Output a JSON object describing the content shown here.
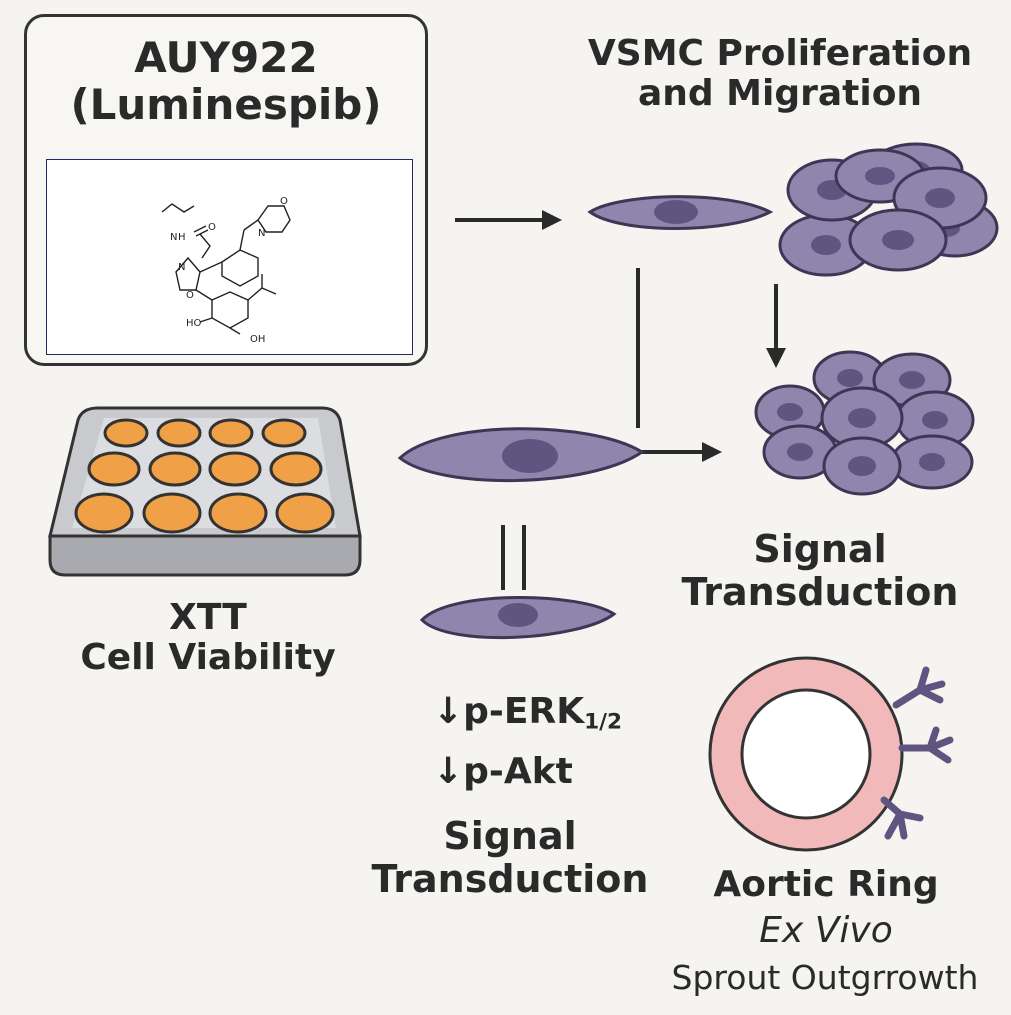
{
  "drug": {
    "name": "AUY922",
    "alias": "(Luminespib)",
    "structure_atoms": {
      "nh": "N",
      "h": "H",
      "o1": "O",
      "n_ring": "N",
      "o_ring": "O",
      "n_morph": "N",
      "o_morph": "O",
      "ho": "HO",
      "oh": "OH"
    }
  },
  "labels": {
    "vsmc_line1": "VSMC Proliferation",
    "vsmc_line2": "and Migration",
    "xtt_line1": "XTT",
    "xtt_line2": "Cell Viability",
    "signal_right_line1": "Signal",
    "signal_right_line2": "Transduction",
    "perk_prefix": "↓p-ERK",
    "perk_sub": "1/2",
    "pakt": "↓p-Akt",
    "signal_bottom_line1": "Signal",
    "signal_bottom_line2": "Transduction",
    "aortic_line1": "Aortic Ring",
    "aortic_line2": "Ex Vivo",
    "aortic_line3": "Sprout Outgrrowth"
  },
  "colors": {
    "cell_fill": "#8e86ad",
    "cell_stroke": "#3d3654",
    "nucleus": "#5e5680",
    "well_fill": "#f0a046",
    "plate_fill": "#c9cace",
    "ring_fill": "#f2b9ba",
    "arrow": "#2a2a2a"
  }
}
